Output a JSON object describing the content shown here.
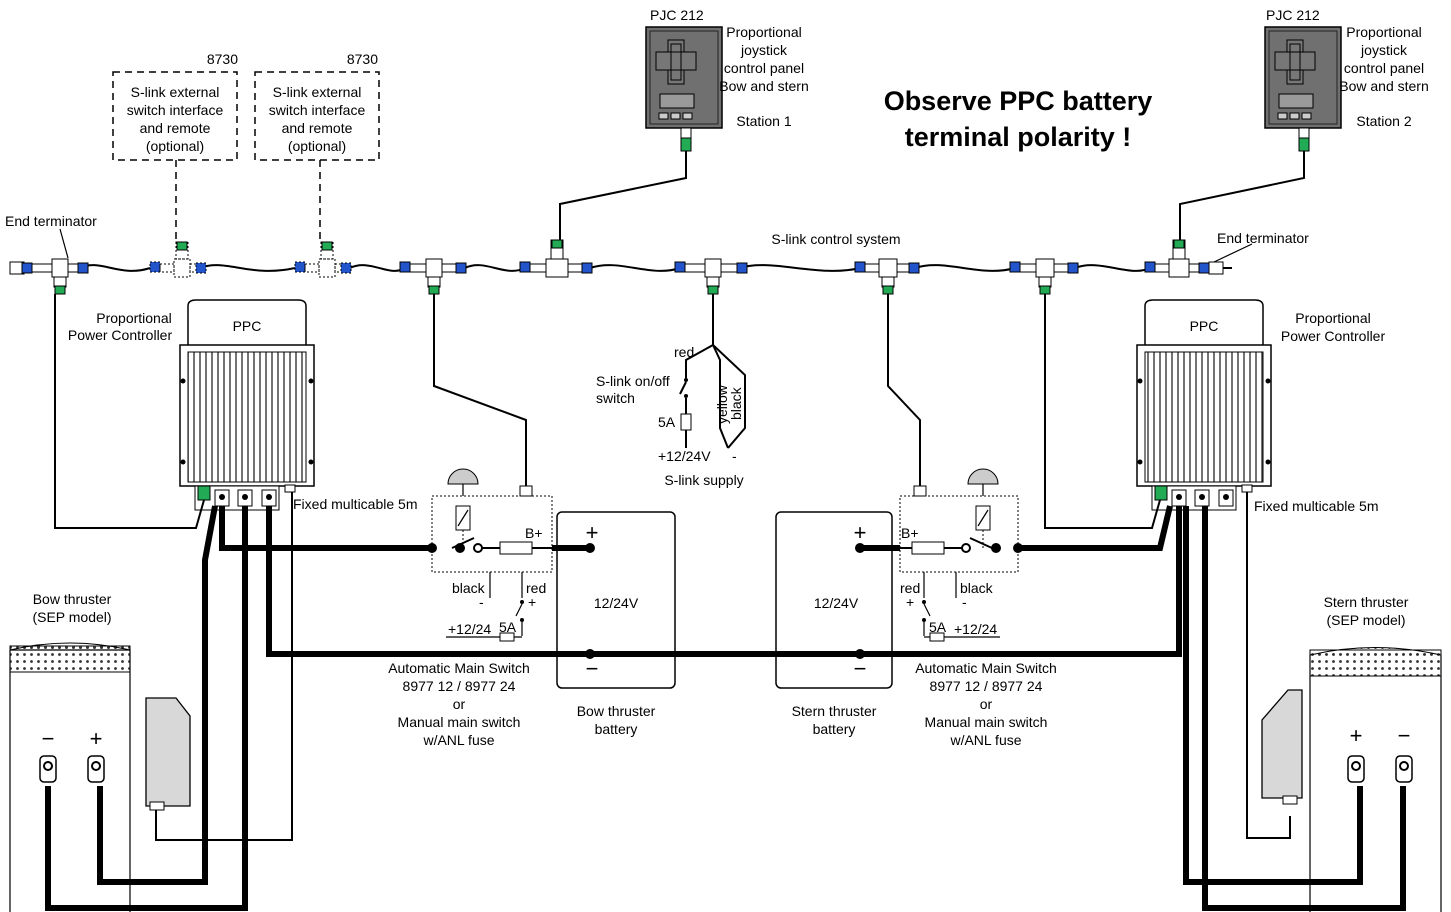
{
  "title_line1": "Observe PPC battery",
  "title_line2": "terminal polarity !",
  "slink_system_label": "S-link control system",
  "end_terminator_left": "End terminator",
  "end_terminator_right": "End terminator",
  "interfaces": [
    {
      "code": "8730",
      "lines": [
        "S-link external",
        "switch interface",
        "and remote",
        "(optional)"
      ]
    },
    {
      "code": "8730",
      "lines": [
        "S-link external",
        "switch interface",
        "and remote",
        "(optional)"
      ]
    }
  ],
  "panels": [
    {
      "model": "PJC 212",
      "lines": [
        "Proportional",
        "joystick",
        "control panel",
        "Bow and stern"
      ],
      "station": "Station 1"
    },
    {
      "model": "PJC 212",
      "lines": [
        "Proportional",
        "joystick",
        "control panel",
        "Bow and stern"
      ],
      "station": "Station 2"
    }
  ],
  "ppc_label": "PPC",
  "ppc_description": [
    "Proportional",
    "Power Controller"
  ],
  "multicable_label": "Fixed multicable 5m",
  "slink_supply": {
    "red": "red",
    "switch_label": [
      "S-link on/off",
      "switch"
    ],
    "fuse": "5A",
    "voltage": "+12/24V",
    "minus": "-",
    "yellow": "yellow",
    "black": "black",
    "title": "S-link supply"
  },
  "main_switch": {
    "b_plus": "B+",
    "black": "black",
    "red": "red",
    "minus": "-",
    "plus": "+",
    "fuse": "5A",
    "voltage": "+12/24",
    "lines": [
      "Automatic Main Switch",
      "8977 12 / 8977 24",
      "or",
      "Manual main switch",
      "w/ANL fuse"
    ]
  },
  "batteries": [
    {
      "voltage": "12/24V",
      "plus": "+",
      "minus": "−",
      "lines": [
        "Bow thruster",
        "battery"
      ]
    },
    {
      "voltage": "12/24V",
      "plus": "+",
      "minus": "−",
      "lines": [
        "Stern thruster",
        "battery"
      ]
    }
  ],
  "thrusters": [
    {
      "lines": [
        "Bow thruster",
        "(SEP model)"
      ],
      "minus": "−",
      "plus": "+"
    },
    {
      "lines": [
        "Stern thruster",
        "(SEP model)"
      ],
      "plus": "+",
      "minus": "−"
    }
  ],
  "colors": {
    "connector_blue": "#2255cc",
    "connector_green": "#22aa55",
    "panel_grey": "#707070",
    "body_grey": "#d8d8d8"
  }
}
